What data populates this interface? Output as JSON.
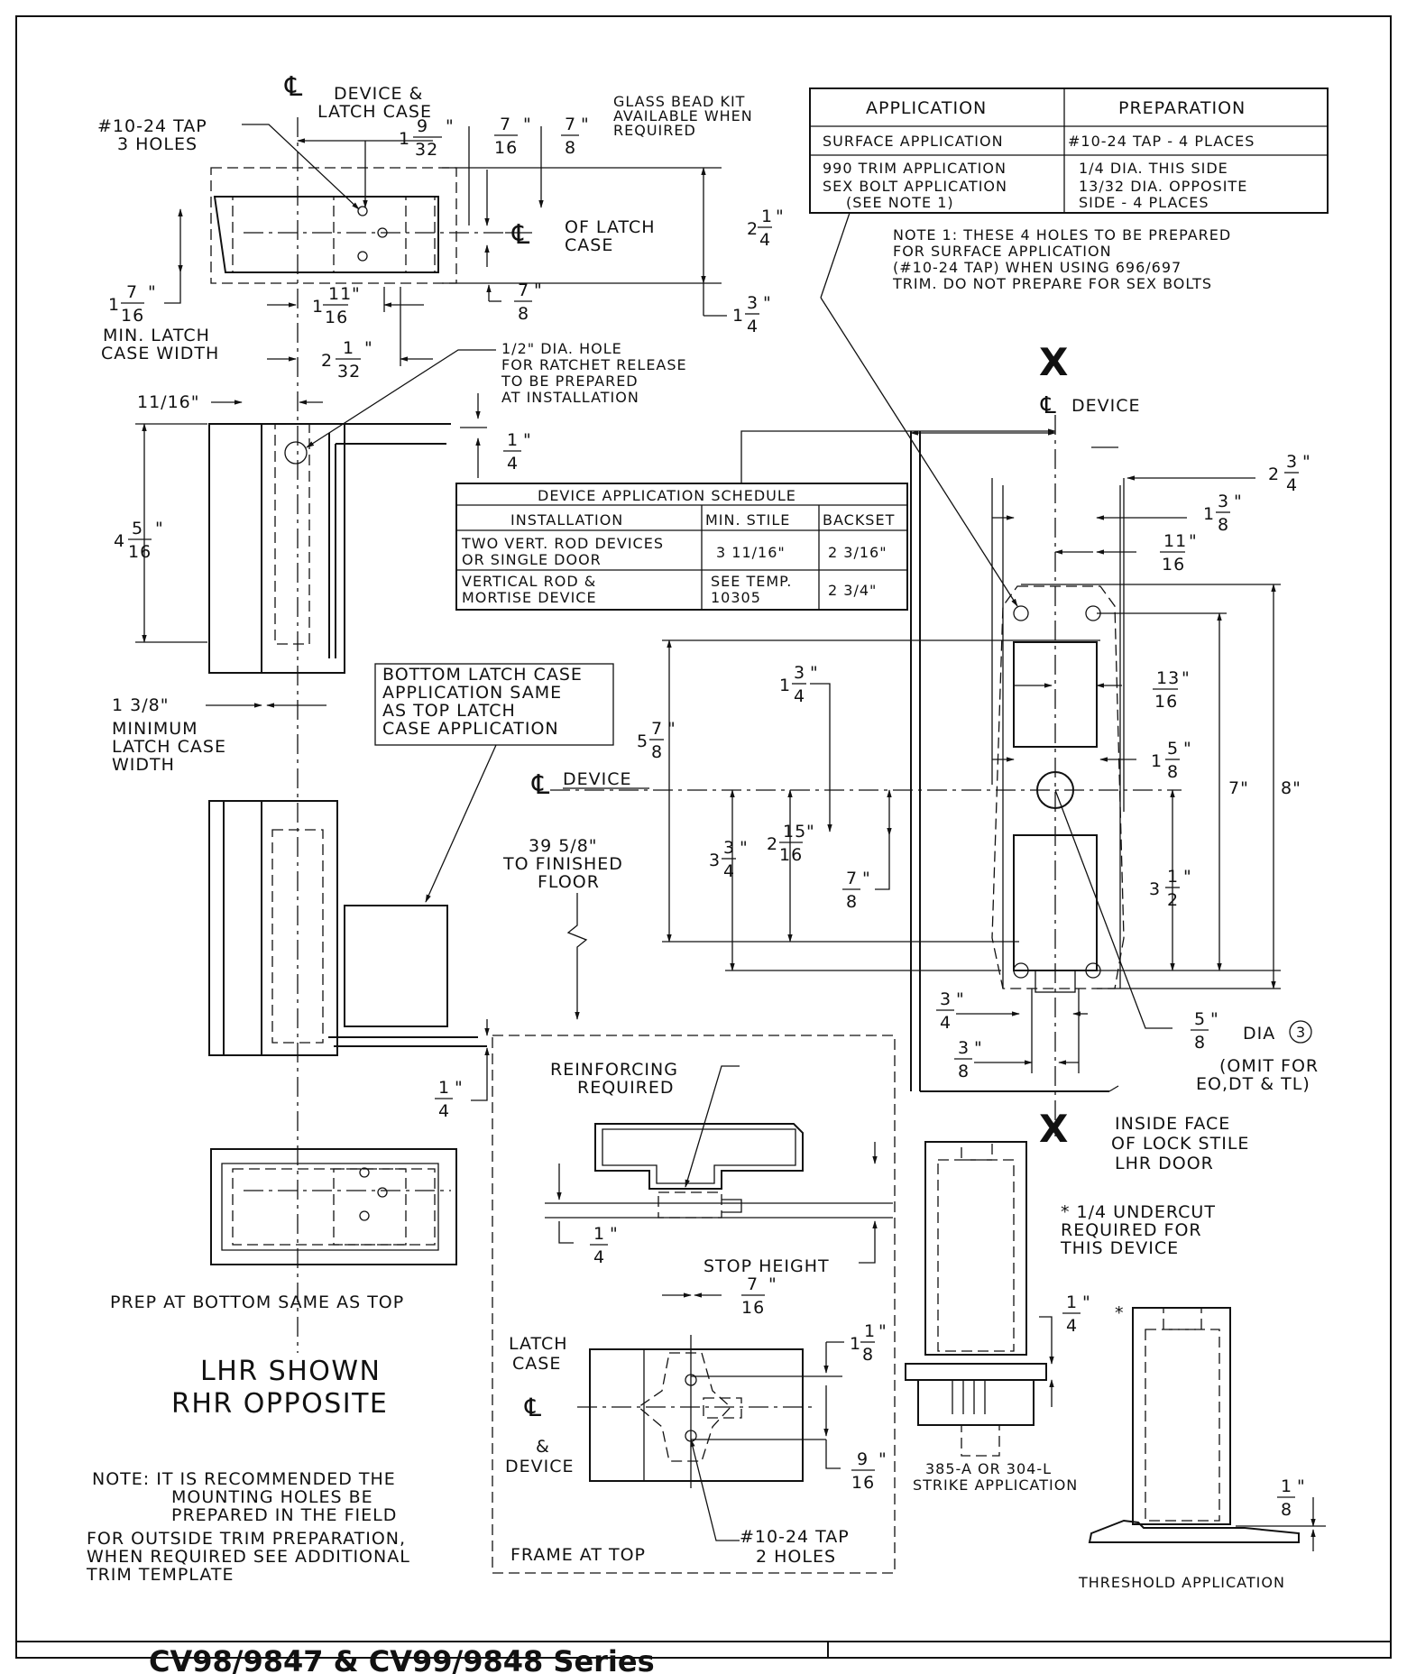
{
  "labels": {
    "cl_device_latch_1": "DEVICE &",
    "cl_device_latch_2": "LATCH CASE",
    "tap_3_holes_1": "#10-24 TAP",
    "tap_3_holes_2": "3 HOLES",
    "glass_bead_1": "GLASS BEAD KIT",
    "glass_bead_2": "AVAILABLE WHEN",
    "glass_bead_3": "REQUIRED",
    "of_latch_case_1": "OF LATCH",
    "of_latch_case_2": "CASE",
    "min_latch_case_width_1": "MIN. LATCH",
    "min_latch_case_width_2": "CASE WIDTH",
    "ratchet_1": "1/2\" DIA. HOLE",
    "ratchet_2": "FOR RATCHET RELEASE",
    "ratchet_3": "TO BE PREPARED",
    "ratchet_4": "AT INSTALLATION",
    "dim_11_16": "11/16\"",
    "min_1_3_8_1": "1 3/8\"",
    "min_1_3_8_2": "MINIMUM",
    "min_1_3_8_3": "LATCH CASE",
    "min_1_3_8_4": "WIDTH",
    "bottom_latch_1": "BOTTOM LATCH CASE",
    "bottom_latch_2": "APPLICATION SAME",
    "bottom_latch_3": "AS TOP LATCH",
    "bottom_latch_4": "CASE APPLICATION",
    "cl_device": "DEVICE",
    "floor_1": "39 5/8\"",
    "floor_2": "TO FINISHED",
    "floor_3": "FLOOR",
    "reinforcing_1": "REINFORCING",
    "reinforcing_2": "REQUIRED",
    "stop_height": "STOP HEIGHT",
    "latch_case_1": "LATCH",
    "latch_case_2": "CASE",
    "and_device_1": "&",
    "and_device_2": "DEVICE",
    "tap_2_holes_1": "#10-24 TAP",
    "tap_2_holes_2": "2 HOLES",
    "frame_at_top": "FRAME AT TOP",
    "prep_bottom": "PREP AT BOTTOM SAME AS TOP",
    "lhr_1": "LHR SHOWN",
    "lhr_2": "RHR OPPOSITE",
    "note_1": "NOTE: IT IS RECOMMENDED THE",
    "note_2": "MOUNTING HOLES BE",
    "note_3": "PREPARED IN THE FIELD",
    "outside_1": "FOR OUTSIDE TRIM PREPARATION,",
    "outside_2": "WHEN REQUIRED SEE ADDITIONAL",
    "outside_3": "TRIM TEMPLATE",
    "x_mark": "X",
    "cl_device_right": "DEVICE",
    "dia_5_8": "DIA",
    "circled_3": "3",
    "omit_1": "(OMIT FOR",
    "omit_2": "EO,DT & TL)",
    "inside_face_1": "INSIDE FACE",
    "inside_face_2": "OF LOCK STILE",
    "inside_face_3": "LHR DOOR",
    "undercut_1": "* 1/4 UNDERCUT",
    "undercut_2": "REQUIRED FOR",
    "undercut_3": "THIS DEVICE",
    "strike_1": "385-A OR 304-L",
    "strike_2": "STRIKE APPLICATION",
    "threshold": "THRESHOLD APPLICATION",
    "dim_7_in": "7\"",
    "dim_8_in": "8\"",
    "note1_1": "NOTE 1: THESE 4 HOLES TO BE PREPARED",
    "note1_2": "FOR SURFACE APPLICATION",
    "note1_3": "(#10-24 TAP) WHEN USING 696/697",
    "note1_4": "TRIM. DO NOT PREPARE FOR SEX BOLTS"
  },
  "app_table": {
    "headers": [
      "APPLICATION",
      "PREPARATION"
    ],
    "row1": [
      "SURFACE APPLICATION",
      "#10-24 TAP - 4 PLACES"
    ],
    "row2_app": [
      "990 TRIM APPLICATION",
      "SEX BOLT APPLICATION",
      "(SEE NOTE 1)"
    ],
    "row2_prep": [
      "1/4 DIA. THIS SIDE",
      "13/32 DIA. OPPOSITE",
      "SIDE - 4 PLACES"
    ]
  },
  "schedule": {
    "title": "DEVICE APPLICATION SCHEDULE",
    "headers": [
      "INSTALLATION",
      "MIN. STILE",
      "BACKSET"
    ],
    "row1": [
      "TWO VERT. ROD DEVICES",
      "OR SINGLE DOOR",
      "3 11/16\"",
      "2 3/16\""
    ],
    "row2": [
      "VERTICAL ROD &",
      "MORTISE DEVICE",
      "SEE TEMP.",
      "10305",
      "2 3/4\""
    ]
  },
  "fractions": {
    "f_1_9_32": {
      "w": "1",
      "n": "9",
      "d": "32"
    },
    "f_7_16a": {
      "w": "",
      "n": "7",
      "d": "16"
    },
    "f_7_8a": {
      "w": "",
      "n": "7",
      "d": "8"
    },
    "f_2_1_4": {
      "w": "2",
      "n": "1",
      "d": "4"
    },
    "f_1_7_16": {
      "w": "1",
      "n": "7",
      "d": "16"
    },
    "f_7_8b": {
      "w": "",
      "n": "7",
      "d": "8"
    },
    "f_1_11_16": {
      "w": "1",
      "n": "11",
      "d": "16"
    },
    "f_1_3_4a": {
      "w": "1",
      "n": "3",
      "d": "4"
    },
    "f_2_1_32": {
      "w": "2",
      "n": "1",
      "d": "32"
    },
    "f_1_4a": {
      "w": "",
      "n": "1",
      "d": "4"
    },
    "f_4_5_16": {
      "w": "4",
      "n": "5",
      "d": "16"
    },
    "f_1_4b": {
      "w": "",
      "n": "1",
      "d": "4"
    },
    "f_1_4c": {
      "w": "",
      "n": "1",
      "d": "4"
    },
    "f_7_16b": {
      "w": "",
      "n": "7",
      "d": "16"
    },
    "f_1_1_8": {
      "w": "1",
      "n": "1",
      "d": "8"
    },
    "f_9_16": {
      "w": "",
      "n": "9",
      "d": "16"
    },
    "f_5_7_8": {
      "w": "5",
      "n": "7",
      "d": "8"
    },
    "f_1_3_4b": {
      "w": "1",
      "n": "3",
      "d": "4"
    },
    "f_3_3_4": {
      "w": "3",
      "n": "3",
      "d": "4"
    },
    "f_2_15_16": {
      "w": "2",
      "n": "15",
      "d": "16"
    },
    "f_7_8c": {
      "w": "",
      "n": "7",
      "d": "8"
    },
    "f_2_3_4": {
      "w": "2",
      "n": "3",
      "d": "4"
    },
    "f_1_3_8": {
      "w": "1",
      "n": "3",
      "d": "8"
    },
    "f_11_16": {
      "w": "",
      "n": "11",
      "d": "16"
    },
    "f_13_16": {
      "w": "",
      "n": "13",
      "d": "16"
    },
    "f_1_5_8": {
      "w": "1",
      "n": "5",
      "d": "8"
    },
    "f_3_1_2": {
      "w": "3",
      "n": "1",
      "d": "2"
    },
    "f_3_4": {
      "w": "",
      "n": "3",
      "d": "4"
    },
    "f_3_8": {
      "w": "",
      "n": "3",
      "d": "8"
    },
    "f_5_8": {
      "w": "",
      "n": "5",
      "d": "8"
    },
    "f_1_4d": {
      "w": "",
      "n": "1",
      "d": "4"
    },
    "f_1_8": {
      "w": "",
      "n": "1",
      "d": "8"
    }
  },
  "footer": {
    "title": "CV98/9847 & CV99/9848 Series"
  }
}
